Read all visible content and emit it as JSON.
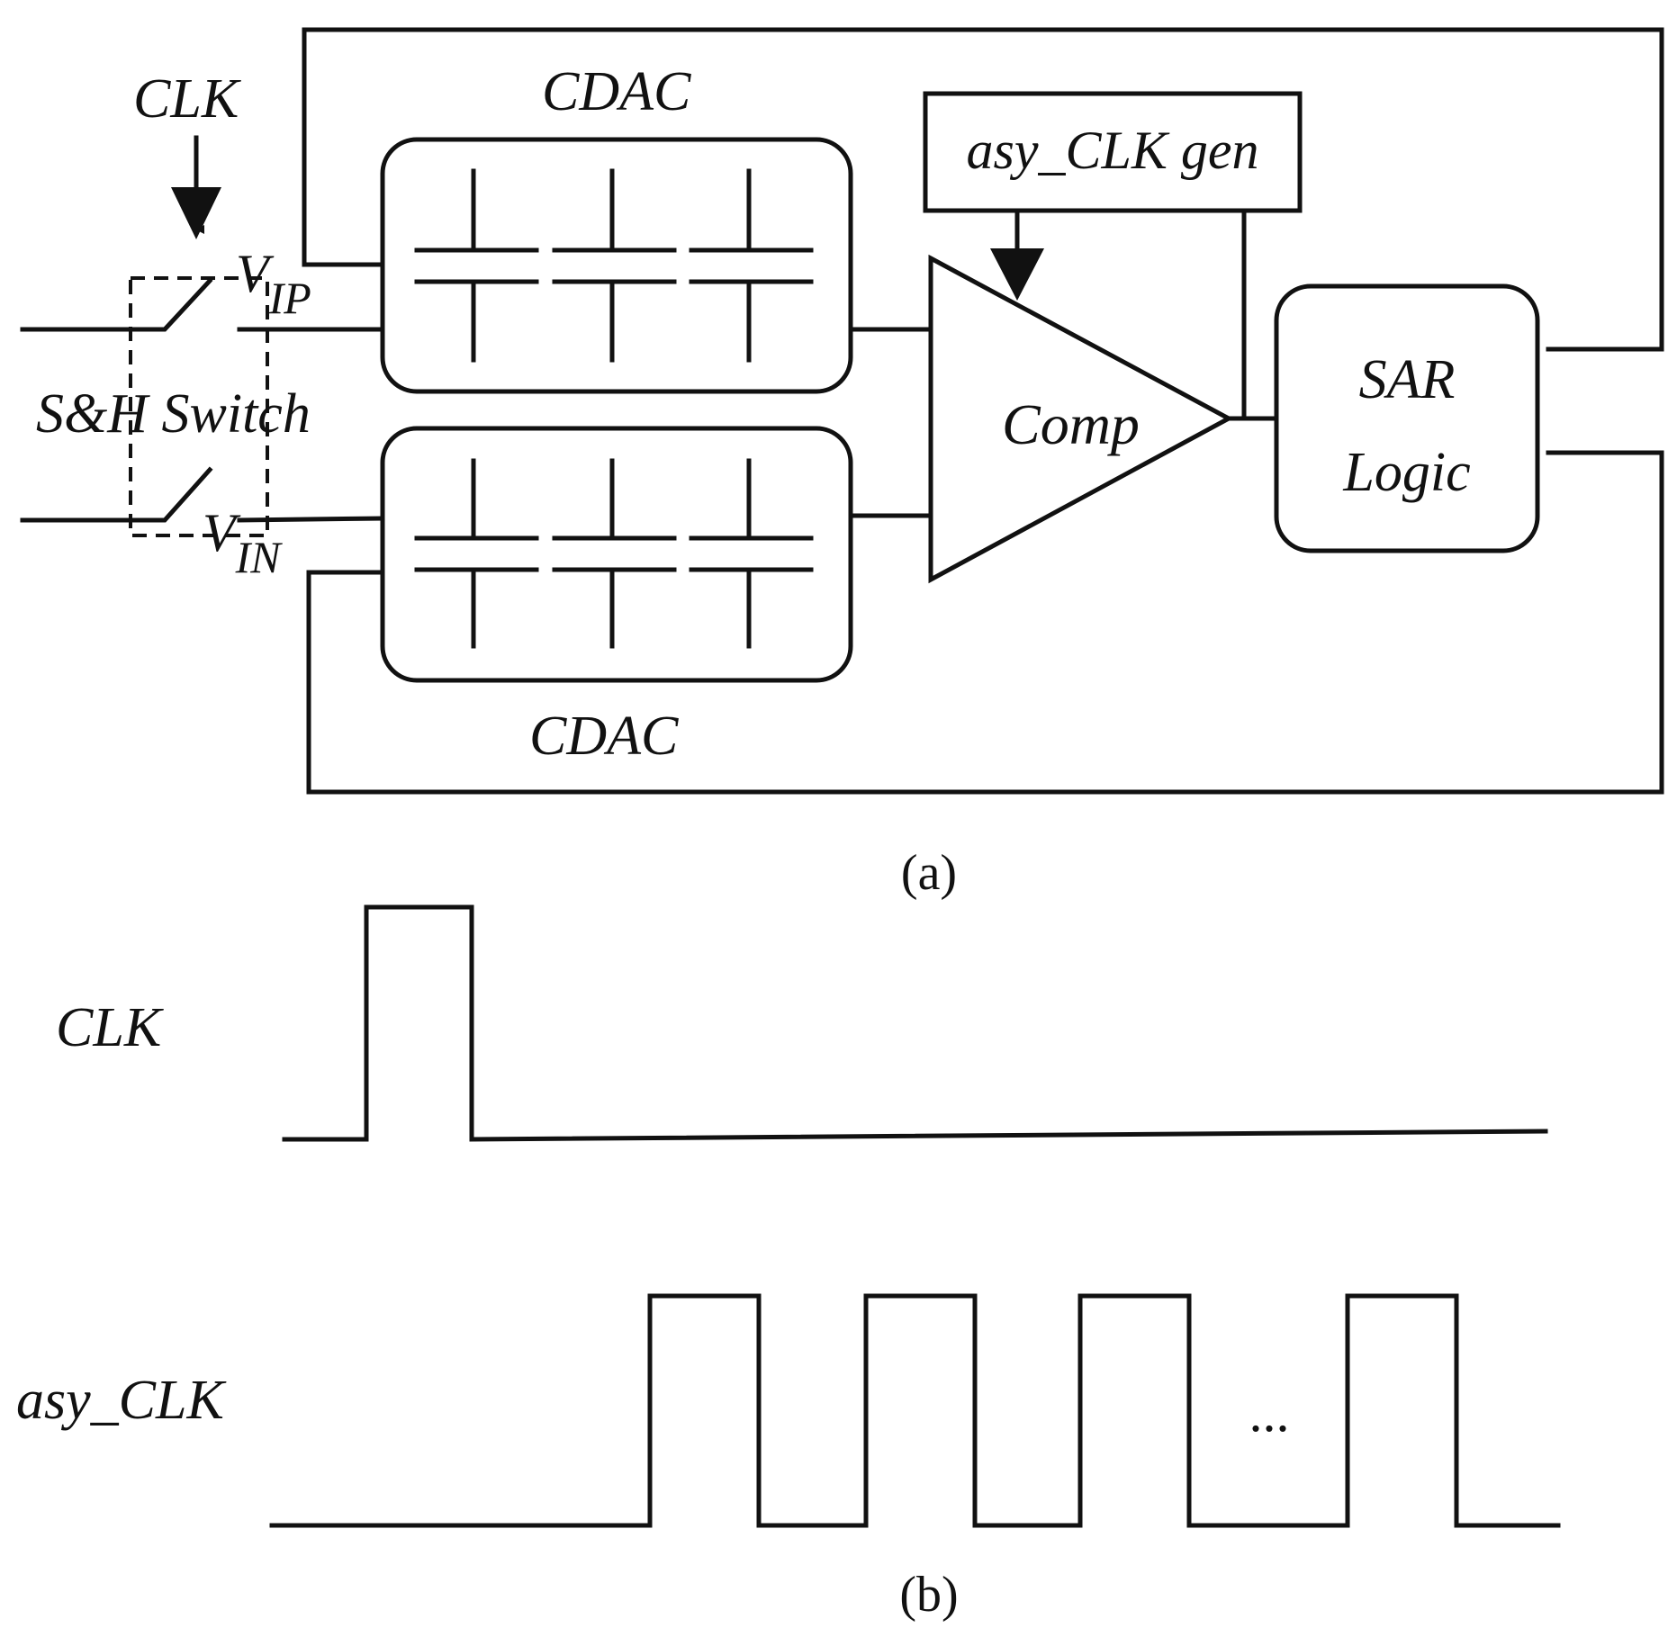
{
  "figure_a": {
    "clk_label": "CLK",
    "cdac_top_label": "CDAC",
    "cdac_bottom_label": "CDAC",
    "asy_clk_gen_label": "asy_CLK gen",
    "vip_label": "V",
    "vip_sub": "IP",
    "vin_label": "V",
    "vin_sub": "IN",
    "sh_switch_label": "S&H Switch",
    "comp_label": "Comp",
    "sar_logic_line1": "SAR",
    "sar_logic_line2": "Logic",
    "caption": "(a)"
  },
  "figure_b": {
    "clk_label": "CLK",
    "asy_clk_label": "asy_CLK",
    "ellipsis": "...",
    "caption": "(b)"
  }
}
